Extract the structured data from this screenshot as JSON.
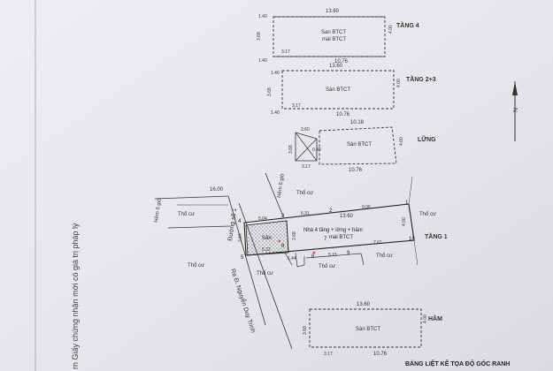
{
  "left_vertical_note": "rn Giấy chứng nhận mới có giá trị pháp lý",
  "floors": {
    "tang4": {
      "label": "TẦNG 4",
      "top_width": "13.60",
      "bottom_width": "10.76",
      "right_height": "4.00",
      "left_height": "3.68",
      "left_top": "1.40",
      "left_bottom": "1.40",
      "seg": "3.17",
      "inner_1": "San BTCT",
      "inner_2": "mái BTCT"
    },
    "tang23": {
      "label": "TẦNG 2+3",
      "top_width": "13.60",
      "bottom_width": "10.76",
      "right_height": "4.00",
      "left_height": "3.68",
      "left_top": "1.40",
      "left_bottom": "1.40",
      "seg": "3.17",
      "inner_1": "Sàn BTCT"
    },
    "lung": {
      "label": "LỮNG",
      "top_width": "10.18",
      "bottom_width": "10.76",
      "right_height": "4.00",
      "left_height": "3.68",
      "seg": "3.17",
      "inner_1": "Sàn BTCT",
      "small_1": "3.60",
      "small_2": "0.42"
    },
    "tang1": {
      "label": "TẦNG 1",
      "top_width": "13.60",
      "center_1": "Nhà 4 tầng + lửng + hầm",
      "center_2": "mái BTCT",
      "san": "Sân",
      "p1": "1",
      "p2": "2",
      "p3": "3",
      "p4": "4",
      "p5": "5",
      "p6": "6",
      "p7": "7",
      "p8": "8",
      "p9": "9",
      "p10": "10",
      "d1": "5.04",
      "d2": "6.31",
      "d3": "9.06",
      "d4": "7.61",
      "d5": "5.22",
      "d6": "1.44",
      "d7": "5.15",
      "d8": "3.84",
      "d9": "3.68",
      "d10": "4.00",
      "road_width": "16.00",
      "road_name": "Đường số 1",
      "alley": "Hẻm 6 giờ",
      "lane": "Ra Đ. Nguyễn Duy Trinh"
    },
    "ham": {
      "label": "HẦM",
      "top_width": "13.60",
      "bottom_width": "10.76",
      "right_height": "4.00",
      "left_height": "3.68",
      "seg": "3.17",
      "inner_1": "Sàn BTCT"
    }
  },
  "neighbors": {
    "label": "Thổ cư"
  },
  "footer": {
    "title": "BẢNG LIỆT KÊ TỌA ĐỘ GÓC RANH"
  },
  "north_label": "N",
  "colors": {
    "paper": "#e9eaee",
    "ink": "#2d2f3a",
    "line": "#33344a",
    "red": "#c65a5a"
  }
}
